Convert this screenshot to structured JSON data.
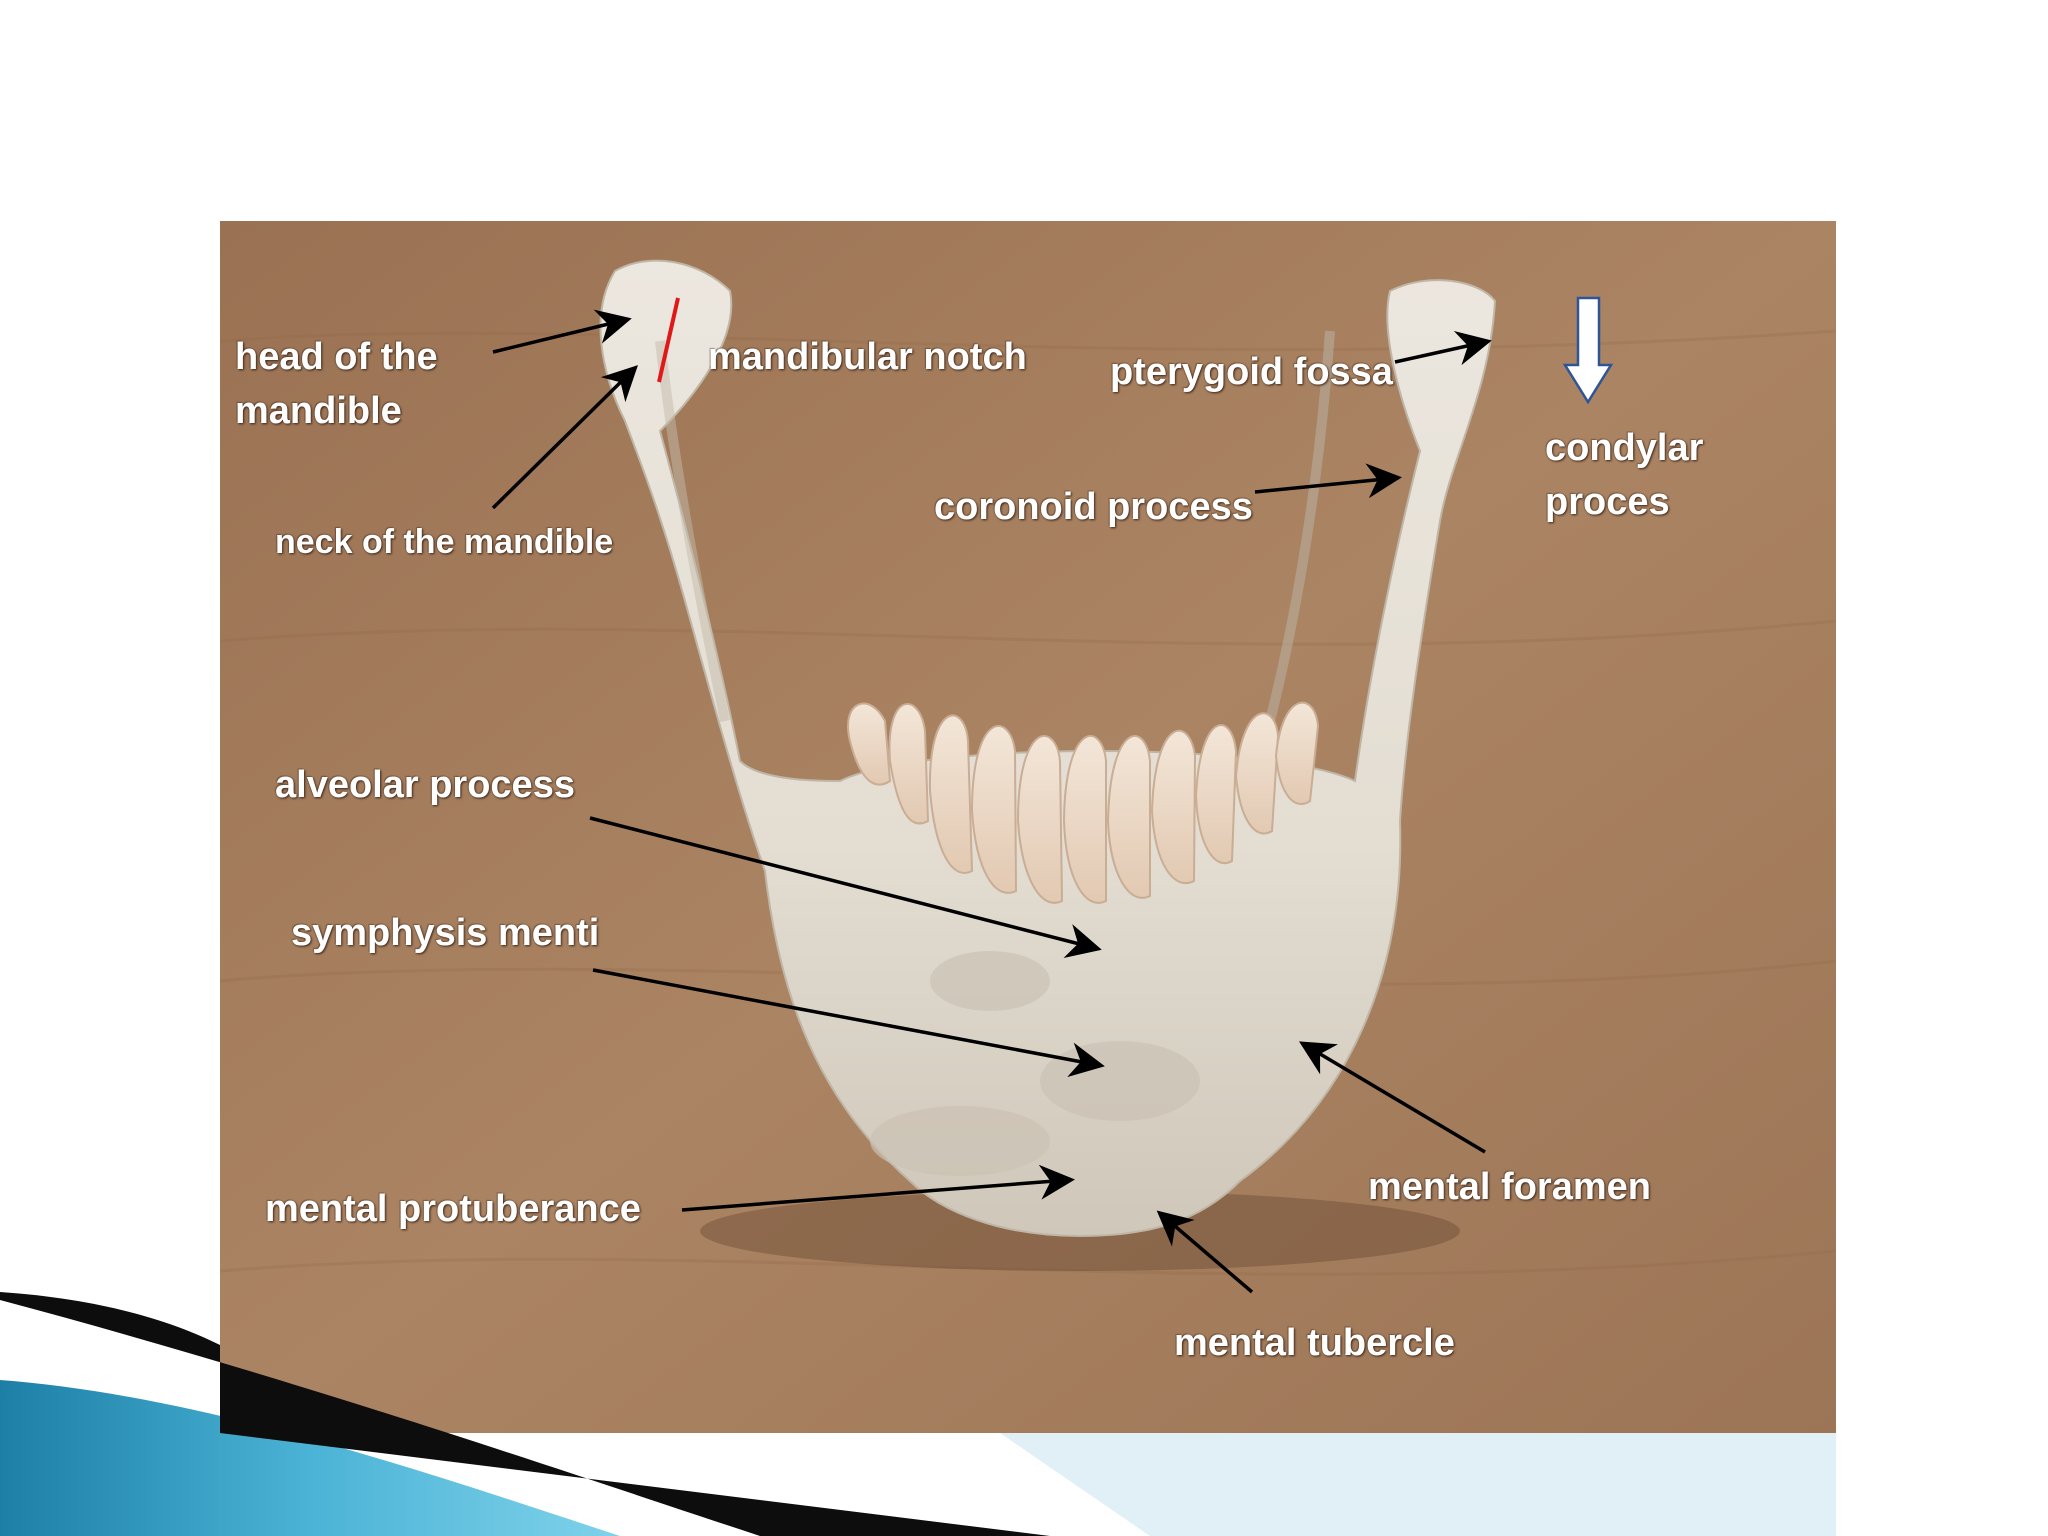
{
  "slide": {
    "accent_colors": {
      "teal_light": "#66c7e3",
      "teal_dark": "#1d7fa6",
      "black_swoosh": "#0d0d0d",
      "pale_band": "#cfe8f1"
    },
    "photo": {
      "description_colors": {
        "wood": "#a57e5c",
        "bone": "#e7e1d6",
        "teeth": "#eddcc9"
      }
    },
    "labels": {
      "head_of_mandible_line1": "head of the",
      "head_of_mandible_line2": "mandible",
      "neck_of_mandible": "neck of the mandible",
      "mandibular_notch": "mandibular notch",
      "pterygoid_fossa": "pterygoid fossa",
      "condylar_line1": "condylar",
      "condylar_line2": "proces",
      "coronoid_process": "coronoid process",
      "alveolar_process": "alveolar process",
      "symphysis_menti": "symphysis menti",
      "mental_protuberance": "mental protuberance",
      "mental_foramen": "mental foramen",
      "mental_tubercle": "mental tubercle"
    },
    "marker_colors": {
      "arrow": "#000000",
      "notch_line": "#e11818",
      "down_arrow_fill": "#ffffff",
      "down_arrow_stroke": "#2f5597"
    }
  }
}
